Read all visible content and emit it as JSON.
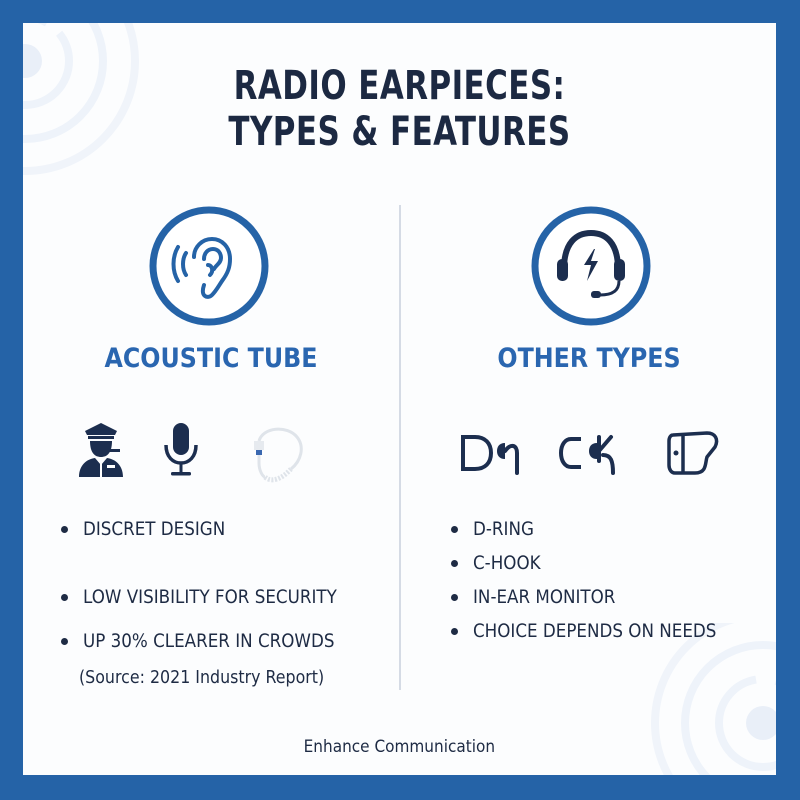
{
  "header": {
    "title_line1": "RADIO EARPIECES:",
    "title_line2": "TYPES & FEATURES"
  },
  "colors": {
    "frame": "#2563a7",
    "accent": "#2a66b0",
    "text": "#1e2b44",
    "divider": "#d5dbe5"
  },
  "left": {
    "icon": "ear-sound-icon",
    "title": "ACOUSTIC TUBE",
    "sub_icons": [
      "security-officer-icon",
      "microphone-icon",
      "acoustic-tube-earpiece-icon"
    ],
    "bullets": [
      "DISCRET DESIGN",
      "LOW VISIBILITY FOR SECURITY",
      "UP 30% CLEARER IN CROWDS"
    ],
    "source": "(Source: 2021 Industry Report)"
  },
  "right": {
    "icon": "headset-lightning-icon",
    "title": "OTHER TYPES",
    "sub_icons": [
      "d-ring-icon",
      "c-hook-icon",
      "in-ear-monitor-icon"
    ],
    "bullets": [
      "D-RING",
      "C-HOOK",
      "IN-EAR MONITOR",
      "CHOICE DEPENDS ON NEEDS"
    ]
  },
  "footer": {
    "text": "Enhance Communication"
  }
}
